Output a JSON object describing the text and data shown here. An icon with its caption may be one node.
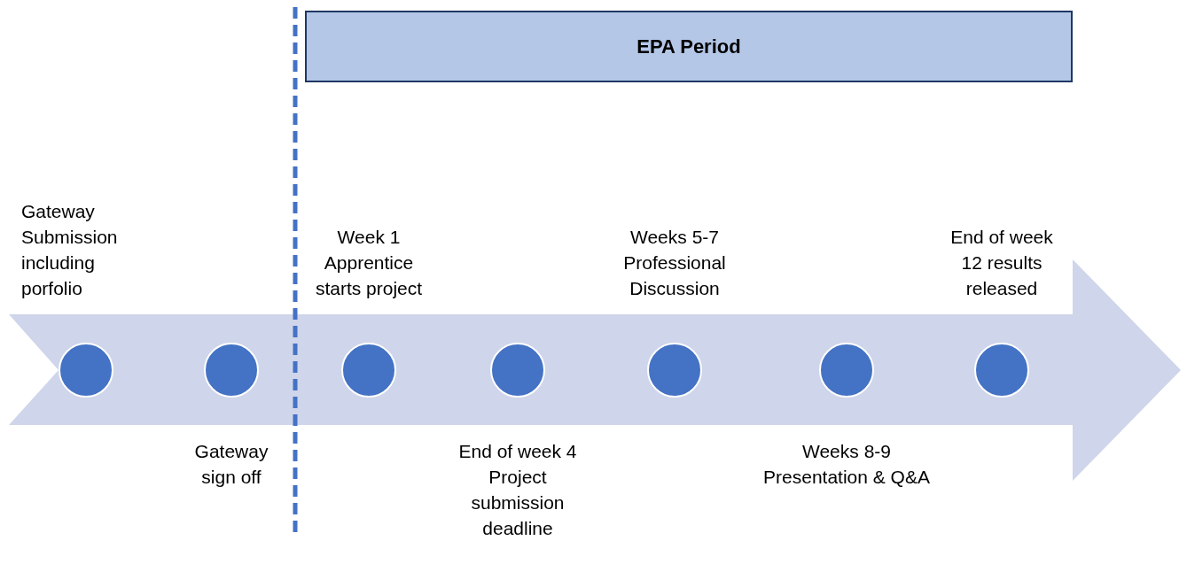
{
  "diagram": {
    "nodes": [
      {
        "text": [
          "EPA Period"
        ]
      },
      {
        "text": [],
        "shape": "circle",
        "beside": [
          "Gateway Submission including porfolio"
        ]
      },
      {
        "text": [],
        "shape": "circle",
        "beside": [
          "Gateway sign off"
        ]
      },
      {
        "text": [],
        "shape": "circle",
        "beside": [
          "Week 1 Apprentice starts project"
        ]
      },
      {
        "text": [],
        "shape": "circle",
        "beside": [
          "End of week 4 Project submission deadline"
        ]
      },
      {
        "text": [],
        "shape": "circle",
        "beside": [
          "Weeks 5-7 Professional Discussion"
        ]
      },
      {
        "text": [],
        "shape": "circle",
        "beside": [
          "Weeks 8-9 Presentation & Q&A"
        ]
      },
      {
        "text": [],
        "shape": "circle",
        "beside": [
          "End of week 12 results released"
        ]
      }
    ]
  }
}
